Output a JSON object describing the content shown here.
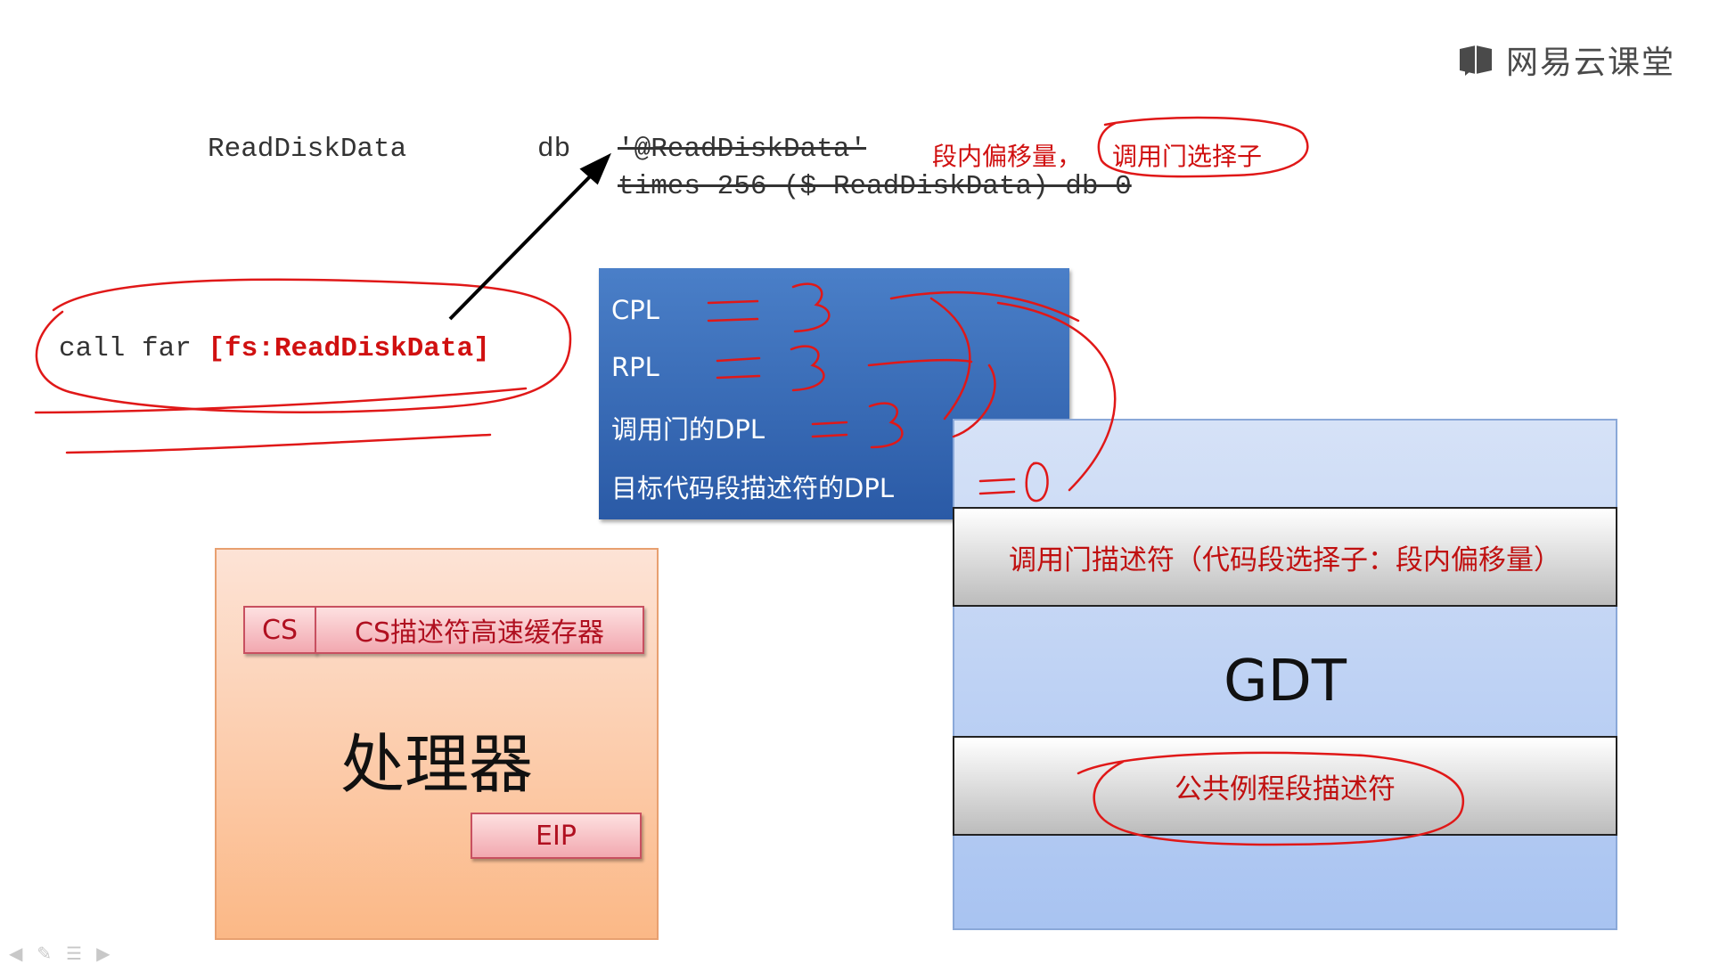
{
  "logo": {
    "text": "网易云课堂",
    "icon": "book-icon"
  },
  "code": {
    "label": "ReadDiskData",
    "directive": "db",
    "string_literal": "'@ReadDiskData'",
    "times_line": "times 256-($-ReadDiskData) db 0",
    "annotation_prefix": "段内偏移量，",
    "annotation_circled": "调用门选择子",
    "call_prefix": "call far ",
    "call_operand": "[fs:ReadDiskData]"
  },
  "privilege_panel": {
    "rows": [
      {
        "label": "CPL",
        "note": "= 3"
      },
      {
        "label": "RPL",
        "note": "= 3"
      },
      {
        "label": "调用门的DPL",
        "note": "= 3"
      },
      {
        "label": "目标代码段描述符的DPL",
        "note": "= 0"
      }
    ]
  },
  "processor": {
    "title": "处理器",
    "cs": "CS",
    "cs_cache": "CS描述符高速缓存器",
    "eip": "EIP"
  },
  "gdt": {
    "title": "GDT",
    "call_gate_row": "调用门描述符（代码段选择子：段内偏移量）",
    "routine_row": "公共例程段描述符"
  },
  "nav_icons": [
    "arrow-left-icon",
    "pen-icon",
    "menu-icon",
    "arrow-right-icon"
  ],
  "colors": {
    "annotation_red": "#d01010",
    "panel_blue": "#3a6cb8"
  }
}
